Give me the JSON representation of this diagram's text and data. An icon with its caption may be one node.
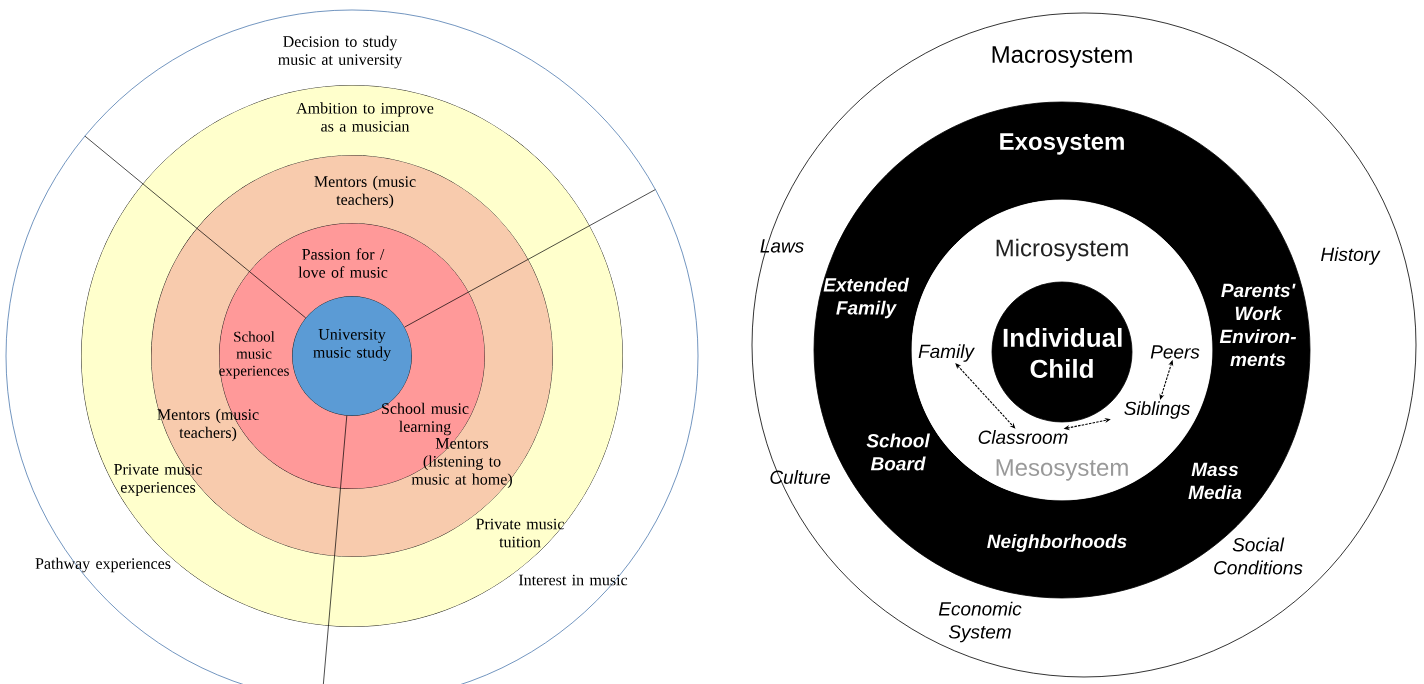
{
  "diagram": {
    "nodes": [
      {
        "text": [
          "Decision to study music at university",
          "Pathway experiences",
          "Interest in music"
        ]
      },
      {
        "text": [
          "Ambition to improve as a musician",
          "Private music experiences",
          "Private music tuition"
        ],
        "in": 0
      },
      {
        "text": [
          "Mentors (music teachers)",
          "Mentors (music teachers)",
          "Mentors (listening to music at home)"
        ],
        "in": 1
      },
      {
        "text": [
          "Passion for / love of music",
          "School music experiences",
          "School music learning"
        ],
        "in": 2
      },
      {
        "text": [
          "University music study"
        ],
        "in": 3
      },
      {
        "text": [
          "Macrosystem",
          "Laws",
          "History",
          "Culture",
          "Social Conditions",
          "Economic System"
        ]
      },
      {
        "text": [
          "Exosystem",
          "Extended Family",
          "Parents' Work Environ-ments",
          "School Board",
          "Mass Media",
          "Neighborhoods"
        ],
        "in": 5
      },
      {
        "text": [
          "Microsystem",
          "Mesosystem"
        ],
        "in": 6
      },
      {
        "text": [
          "Individual Child"
        ],
        "in": 7
      },
      {
        "text": [
          "Family"
        ],
        "in": 7
      },
      {
        "text": [
          "Peers"
        ],
        "in": 7
      },
      {
        "text": [
          "Siblings"
        ],
        "in": 7
      },
      {
        "text": [
          "Classroom"
        ],
        "in": 7
      }
    ],
    "edges": [
      {
        "from": 9,
        "to": 12,
        "arrow": "both",
        "style": "dashed"
      },
      {
        "from": 10,
        "to": 11,
        "arrow": "both",
        "style": "dashed"
      },
      {
        "from": 12,
        "to": 11,
        "arrow": "both",
        "style": "dashed"
      }
    ]
  }
}
